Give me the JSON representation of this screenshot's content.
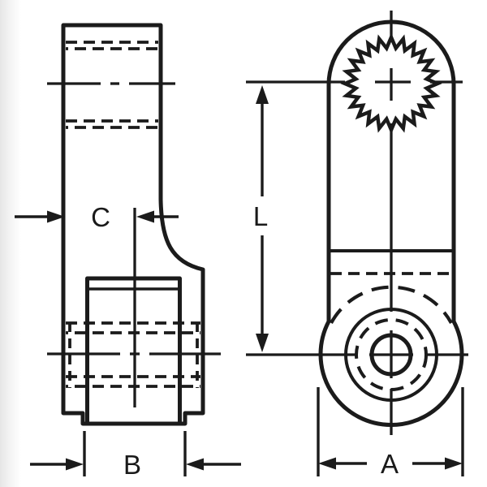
{
  "diagram": {
    "type": "engineering-drawing",
    "description": "Two-view technical line drawing of a splined lever arm: side profile view on the left with bushing sleeve, front view on the right with serrated spline bore at top and concentric bushing hub at bottom",
    "colors": {
      "part_fill": "#d2d2d2",
      "hole_fill": "#ffffff",
      "line": "#1b1b1b",
      "background": "#ffffff"
    },
    "labels": {
      "c": "C",
      "b": "B",
      "l": "L",
      "a": "A"
    },
    "dimension_labels": [
      "C",
      "B",
      "L",
      "A"
    ],
    "front_view": {
      "spline_teeth": 24
    }
  }
}
